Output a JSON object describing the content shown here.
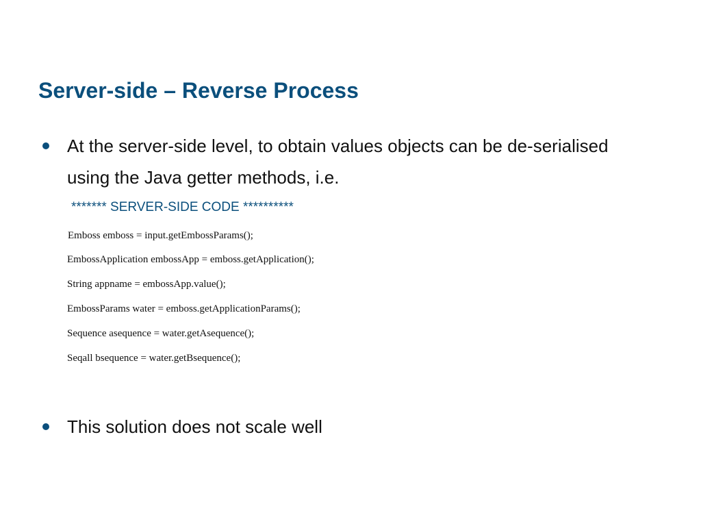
{
  "slide": {
    "title": "Server-side – Reverse Process",
    "bullets": [
      {
        "text": "At the server-side level, to obtain values objects can be de-serialised using the Java getter methods, i.e."
      },
      {
        "text": "This solution does not scale well"
      }
    ],
    "code": {
      "header": "******* SERVER-SIDE CODE **********",
      "lines": [
        "Emboss emboss = input.getEmbossParams();",
        "EmbossApplication embossApp = emboss.getApplication();",
        "String appname = embossApp.value();",
        "EmbossParams water = emboss.getApplicationParams();",
        "Sequence asequence = water.getAsequence();",
        "Seqall bsequence = water.getBsequence();"
      ]
    }
  },
  "colors": {
    "title": "#0b4f7c",
    "bullet": "#0b4f7c",
    "code_header": "#0b4f7c",
    "text": "#111111"
  }
}
